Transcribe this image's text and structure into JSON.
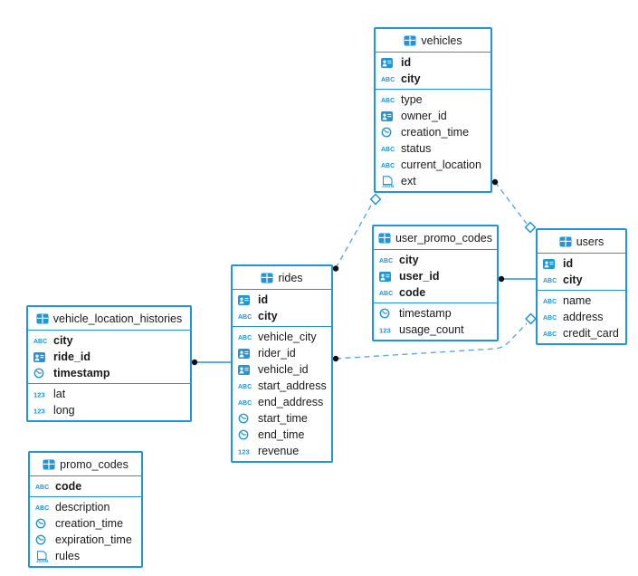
{
  "app": {
    "background": "#ffffff",
    "accent": "#1E96D9",
    "relation_line_color": "#58ACE2",
    "text_color": "#1a1a1a"
  },
  "diagram": {
    "tables": [
      {
        "name": "vehicles",
        "key_fields": [
          {
            "label": "id",
            "type": "uuid"
          },
          {
            "label": "city",
            "type": "text"
          }
        ],
        "fields": [
          {
            "label": "type",
            "type": "text"
          },
          {
            "label": "owner_id",
            "type": "uuid"
          },
          {
            "label": "creation_time",
            "type": "time"
          },
          {
            "label": "status",
            "type": "text"
          },
          {
            "label": "current_location",
            "type": "text"
          },
          {
            "label": "ext",
            "type": "json"
          }
        ]
      },
      {
        "name": "user_promo_codes",
        "key_fields": [
          {
            "label": "city",
            "type": "text"
          },
          {
            "label": "user_id",
            "type": "uuid"
          },
          {
            "label": "code",
            "type": "text"
          }
        ],
        "fields": [
          {
            "label": "timestamp",
            "type": "time"
          },
          {
            "label": "usage_count",
            "type": "number"
          }
        ]
      },
      {
        "name": "users",
        "key_fields": [
          {
            "label": "id",
            "type": "uuid"
          },
          {
            "label": "city",
            "type": "text"
          }
        ],
        "fields": [
          {
            "label": "name",
            "type": "text"
          },
          {
            "label": "address",
            "type": "text"
          },
          {
            "label": "credit_card",
            "type": "text"
          }
        ]
      },
      {
        "name": "rides",
        "key_fields": [
          {
            "label": "id",
            "type": "uuid"
          },
          {
            "label": "city",
            "type": "text"
          }
        ],
        "fields": [
          {
            "label": "vehicle_city",
            "type": "text"
          },
          {
            "label": "rider_id",
            "type": "uuid"
          },
          {
            "label": "vehicle_id",
            "type": "uuid"
          },
          {
            "label": "start_address",
            "type": "text"
          },
          {
            "label": "end_address",
            "type": "text"
          },
          {
            "label": "start_time",
            "type": "time"
          },
          {
            "label": "end_time",
            "type": "time"
          },
          {
            "label": "revenue",
            "type": "number"
          }
        ]
      },
      {
        "name": "vehicle_location_histories",
        "key_fields": [
          {
            "label": "city",
            "type": "text"
          },
          {
            "label": "ride_id",
            "type": "uuid"
          },
          {
            "label": "timestamp",
            "type": "time"
          }
        ],
        "fields": [
          {
            "label": "lat",
            "type": "number"
          },
          {
            "label": "long",
            "type": "number"
          }
        ]
      },
      {
        "name": "promo_codes",
        "key_fields": [
          {
            "label": "code",
            "type": "text"
          }
        ],
        "fields": [
          {
            "label": "description",
            "type": "text"
          },
          {
            "label": "creation_time",
            "type": "time"
          },
          {
            "label": "expiration_time",
            "type": "time"
          },
          {
            "label": "rules",
            "type": "json"
          }
        ]
      }
    ],
    "relations": [
      {
        "from": "rides",
        "to": "vehicles",
        "style": "dashed",
        "from_end": "dot",
        "to_end": "diamond"
      },
      {
        "from": "vehicles",
        "to": "users",
        "style": "dashed",
        "from_end": "dot",
        "to_end": "diamond"
      },
      {
        "from": "user_promo_codes",
        "to": "users",
        "style": "solid",
        "from_end": "dot",
        "to_end": "plain"
      },
      {
        "from": "rides",
        "to": "users",
        "style": "dashed",
        "from_end": "dot",
        "to_end": "diamond"
      },
      {
        "from": "vehicle_location_histories",
        "to": "rides",
        "style": "solid",
        "from_end": "dot",
        "to_end": "plain"
      }
    ],
    "icon_types": {
      "table": "table-icon",
      "uuid": "id-card-icon",
      "text": "abc-icon",
      "time": "clock-icon",
      "number": "123-icon",
      "json": "json-document-icon"
    }
  }
}
